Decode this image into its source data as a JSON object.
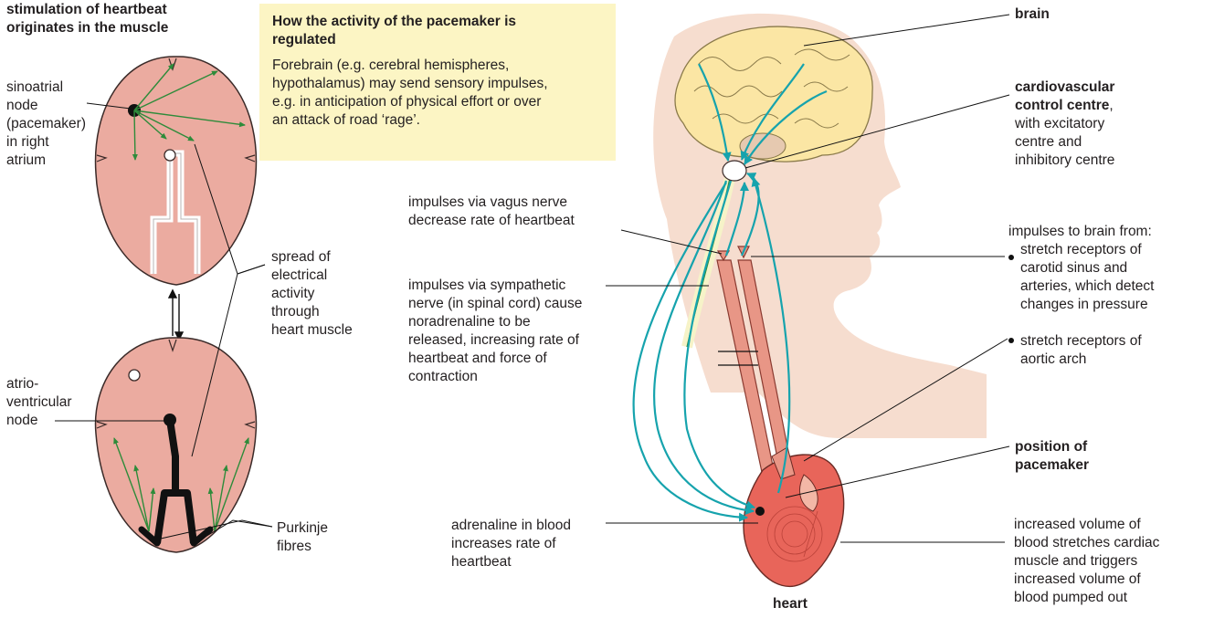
{
  "left": {
    "title": "stimulation of heartbeat\noriginates in the muscle",
    "sa_node": "sinoatrial\nnode\n(pacemaker)\nin right\natrium",
    "spread": "spread of\nelectrical\nactivity\nthrough\nheart muscle",
    "av_node": "atrio-\nventricular\nnode",
    "purkinje": "Purkinje\nfibres"
  },
  "box": {
    "heading": "How the activity of the pacemaker is\nregulated",
    "body": "Forebrain (e.g. cerebral hemispheres,\nhypothalamus) may send sensory impulses,\ne.g. in anticipation of physical effort or over\nan attack of road ‘rage’."
  },
  "middle": {
    "vagus": "impulses via vagus nerve\ndecrease rate of heartbeat",
    "sympathetic": "impulses via sympathetic\nnerve (in spinal cord) cause\nnoradrenaline to be\nreleased, increasing rate of\nheartbeat and force of\ncontraction",
    "adrenaline": "adrenaline in blood\nincreases rate of\nheartbeat",
    "heart": "heart"
  },
  "right": {
    "brain": "brain",
    "cvc_title": "cardiovascular\ncontrol centre",
    "cvc_comma": ",",
    "cvc_rest": "with excitatory\ncentre and\ninhibitory centre",
    "impulses_intro": "impulses to brain from:",
    "bullet1": "stretch receptors of\ncarotid sinus and\narteries, which detect\nchanges in pressure",
    "bullet2": "stretch receptors of\naortic arch",
    "pacemaker": "position of\npacemaker",
    "volume": "increased volume of\nblood stretches cardiac\nmuscle and triggers\nincreased volume of\nblood pumped out"
  },
  "colors": {
    "heart_fill": "#ebaba0",
    "arrow_green": "#2e8b3a",
    "nerve_teal": "#16a3ad",
    "box_yellow": "#fcf5c4",
    "skin": "#f4d7c7",
    "brain": "#fbe6a4",
    "heart_red": "#e8655a"
  }
}
